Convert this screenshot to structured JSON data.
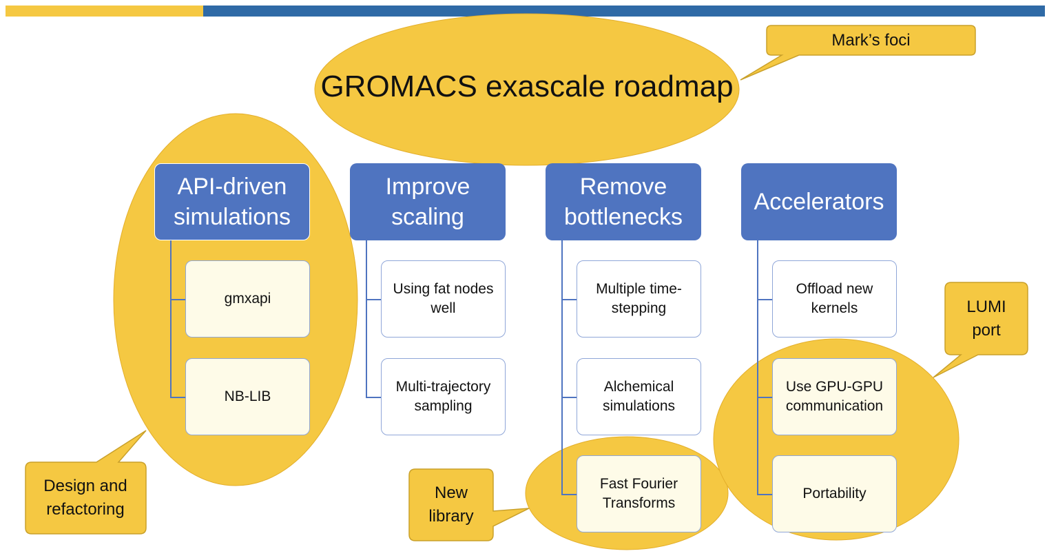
{
  "title": "GROMACS exascale roadmap",
  "columns": [
    {
      "header": "API-driven simulations",
      "items": [
        "gmxapi",
        "NB-LIB"
      ]
    },
    {
      "header": "Improve scaling",
      "items": [
        "Using fat nodes well",
        "Multi-trajectory sampling"
      ]
    },
    {
      "header": "Remove bottlenecks",
      "items": [
        "Multiple time-stepping",
        "Alchemical simulations",
        "Fast Fourier Transforms"
      ]
    },
    {
      "header": "Accelerators",
      "items": [
        "Offload new kernels",
        "Use GPU-GPU communication",
        "Portability"
      ]
    }
  ],
  "callouts": {
    "marks_foci": "Mark’s foci",
    "design_refactoring": "Design and refactoring",
    "new_library": "New library",
    "lumi_port": "LUMI port"
  },
  "colors": {
    "highlight_yellow": "#f5c842",
    "header_blue": "#4f74c0",
    "top_bar_blue": "#2f6aa6"
  }
}
